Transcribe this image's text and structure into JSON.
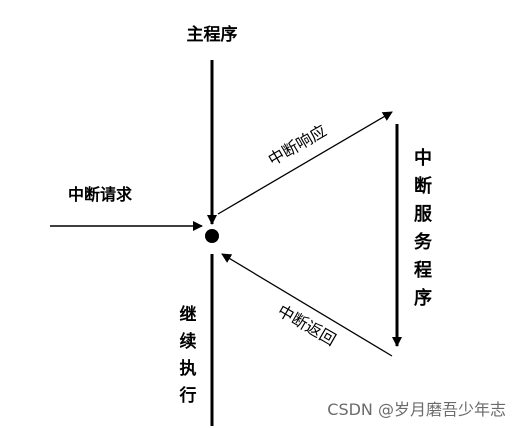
{
  "diagram": {
    "main_program": "主程序",
    "interrupt_request": "中断请求",
    "interrupt_response": "中断响应",
    "interrupt_return": "中断返回",
    "isr_label": [
      "中",
      "断",
      "服",
      "务",
      "程",
      "序"
    ],
    "continue_label": [
      "继",
      "续",
      "执",
      "行"
    ]
  },
  "watermark": "CSDN @岁月磨吾少年志"
}
